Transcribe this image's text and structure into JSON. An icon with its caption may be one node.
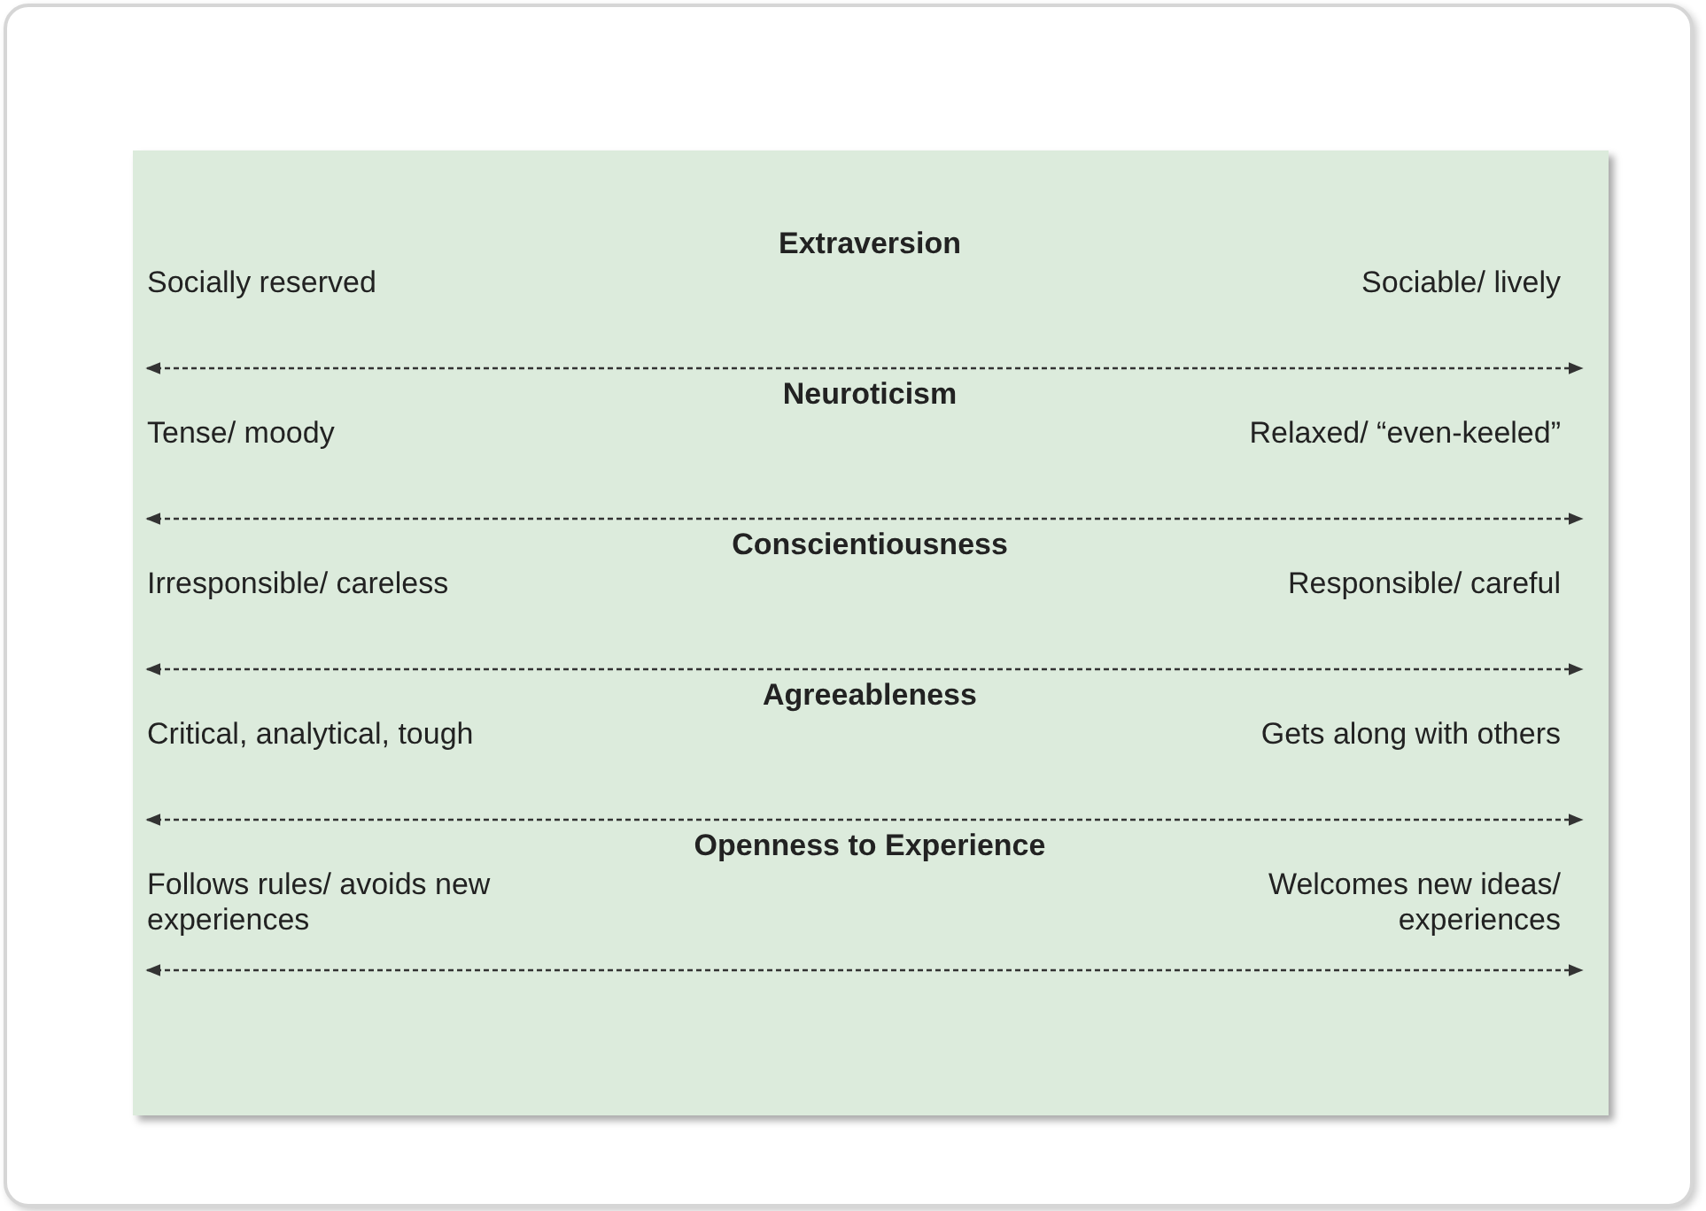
{
  "diagram": {
    "labels": [
      "Extraversion",
      "Socially reserved",
      "Sociable/ lively",
      "Neuroticism",
      "Tense/ moody",
      "Relaxed/ “even-keeled”",
      "Conscientiousness",
      "Irresponsible/ careless",
      "Responsible/ careful",
      "Agreeableness",
      "Critical, analytical, tough",
      "Gets along with others",
      "Openness to Experience",
      "Follows rules/ avoids new experiences",
      "Welcomes new ideas/ experiences"
    ]
  }
}
